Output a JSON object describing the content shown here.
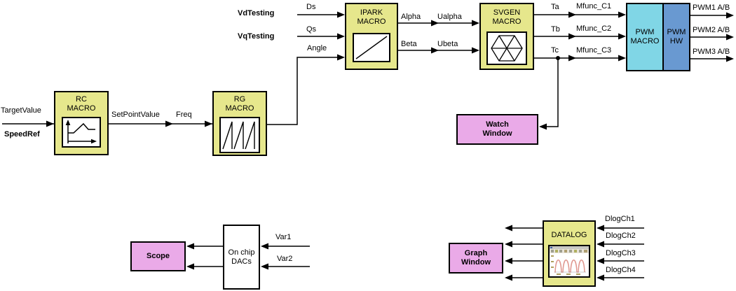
{
  "colors": {
    "macro_yellow": "#e6e78c",
    "window_pink": "#eaaae8",
    "pwm_cyan": "#80d6e6",
    "pwm_blue": "#6999d1",
    "wire_black": "#000000",
    "datalog_trace_salmon": "#e09890"
  },
  "blocks": {
    "rc_macro": {
      "label": "RC\nMACRO"
    },
    "rg_macro": {
      "label": "RG\nMACRO"
    },
    "ipark_macro": {
      "label": "IPARK\nMACRO"
    },
    "svgen_macro": {
      "label": "SVGEN\nMACRO"
    },
    "pwm_macro": {
      "label": "PWM\nMACRO"
    },
    "pwm_hw": {
      "label": "PWM\nHW"
    },
    "watch_window": {
      "label": "Watch\nWindow"
    },
    "scope": {
      "label": "Scope"
    },
    "on_chip_dacs": {
      "label": "On chip\nDACs"
    },
    "graph_window": {
      "label": "Graph\nWindow"
    },
    "datalog": {
      "label": "DATALOG"
    }
  },
  "signals": {
    "target_value": "TargetValue",
    "speed_ref": "SpeedRef",
    "set_point_value": "SetPointValue",
    "freq": "Freq",
    "vd_testing": "VdTesting",
    "vq_testing": "VqTesting",
    "ds": "Ds",
    "qs": "Qs",
    "angle": "Angle",
    "alpha": "Alpha",
    "ualpha": "Ualpha",
    "beta": "Beta",
    "ubeta": "Ubeta",
    "ta": "Ta",
    "tb": "Tb",
    "tc": "Tc",
    "mfunc_c1": "Mfunc_C1",
    "mfunc_c2": "Mfunc_C2",
    "mfunc_c3": "Mfunc_C3",
    "pwm1": "PWM1 A/B",
    "pwm2": "PWM2 A/B",
    "pwm3": "PWM3 A/B",
    "var1": "Var1",
    "var2": "Var2",
    "dlogch1": "DlogCh1",
    "dlogch2": "DlogCh2",
    "dlogch3": "DlogCh3",
    "dlogch4": "DlogCh4"
  }
}
